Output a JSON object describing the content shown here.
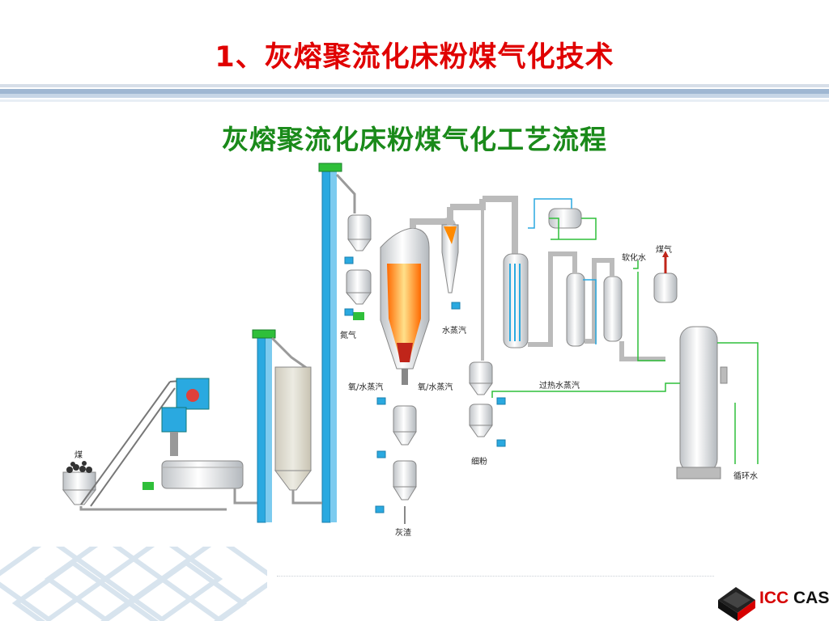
{
  "slide": {
    "title": "1、灰熔聚流化床粉煤气化技术",
    "subtitle": "灰熔聚流化床粉煤气化工艺流程"
  },
  "diagram": {
    "labels": {
      "coal": "煤",
      "nitrogen": "氮气",
      "steam": "水蒸汽",
      "oxygen_steam_left": "氧/水蒸汽",
      "oxygen_steam_right": "氧/水蒸汽",
      "ash": "灰渣",
      "fines": "细粉",
      "superheated_steam": "过热水蒸汽",
      "softened_water": "软化水",
      "gas": "煤气",
      "circulating_water": "循环水"
    }
  },
  "logo": {
    "text_a": "ICC",
    "text_b": " CAS"
  },
  "colors": {
    "title": "#e00000",
    "subtitle": "#1a8a1a",
    "elevator": "#2aa9e0",
    "pipe_green": "#2fbf3a",
    "pipe_blue": "#2aa9e0",
    "flame": "#ff8a00"
  }
}
